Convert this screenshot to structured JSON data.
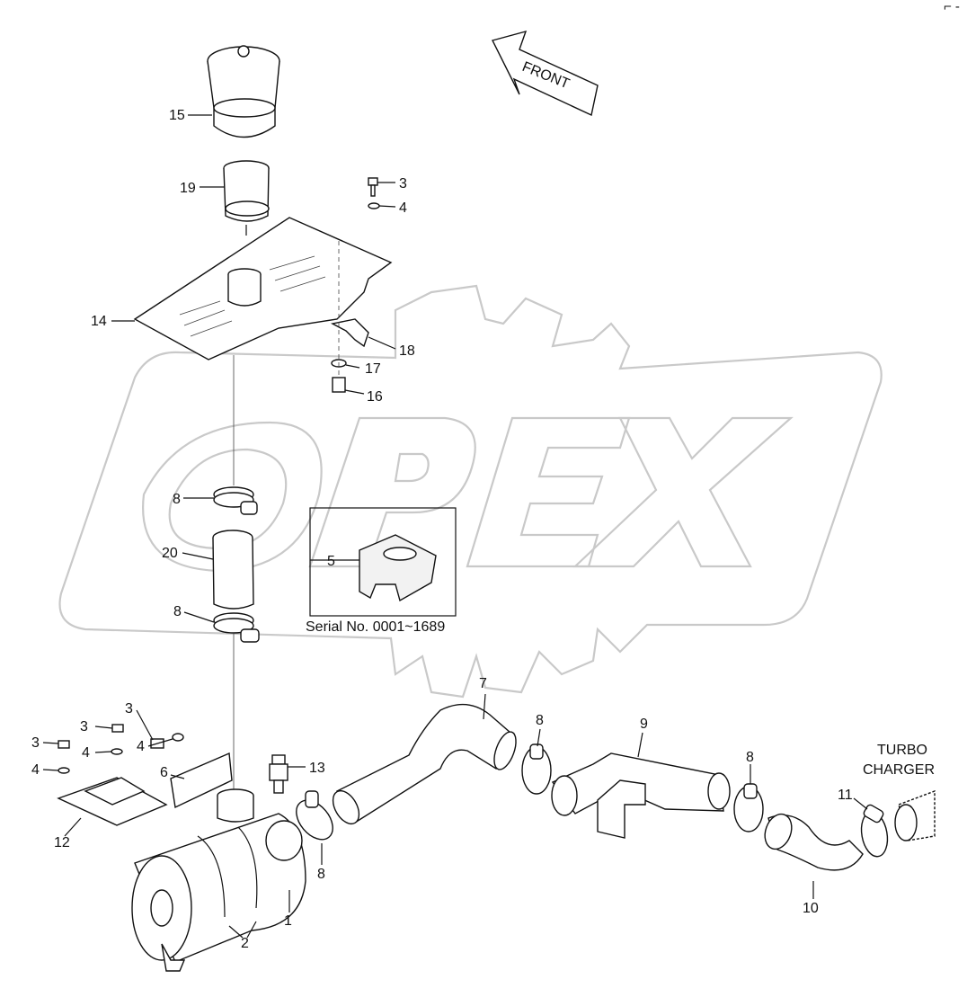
{
  "diagram": {
    "front_label": "FRONT",
    "turbo_label_line1": "TURBO",
    "turbo_label_line2": "CHARGER",
    "serial_note": "Serial No. 0001~1689",
    "callouts": {
      "c1": "1",
      "c2": "2",
      "c3a": "3",
      "c3b": "3",
      "c3c": "3",
      "c3d": "3",
      "c4a": "4",
      "c4b": "4",
      "c4c": "4",
      "c4d": "4",
      "c5": "5",
      "c6": "6",
      "c7": "7",
      "c8a": "8",
      "c8b": "8",
      "c8c": "8",
      "c8d": "8",
      "c8e": "8",
      "c9": "9",
      "c10": "10",
      "c11": "11",
      "c12": "12",
      "c13": "13",
      "c14": "14",
      "c15": "15",
      "c16": "16",
      "c17": "17",
      "c18": "18",
      "c19": "19",
      "c20": "20"
    }
  }
}
